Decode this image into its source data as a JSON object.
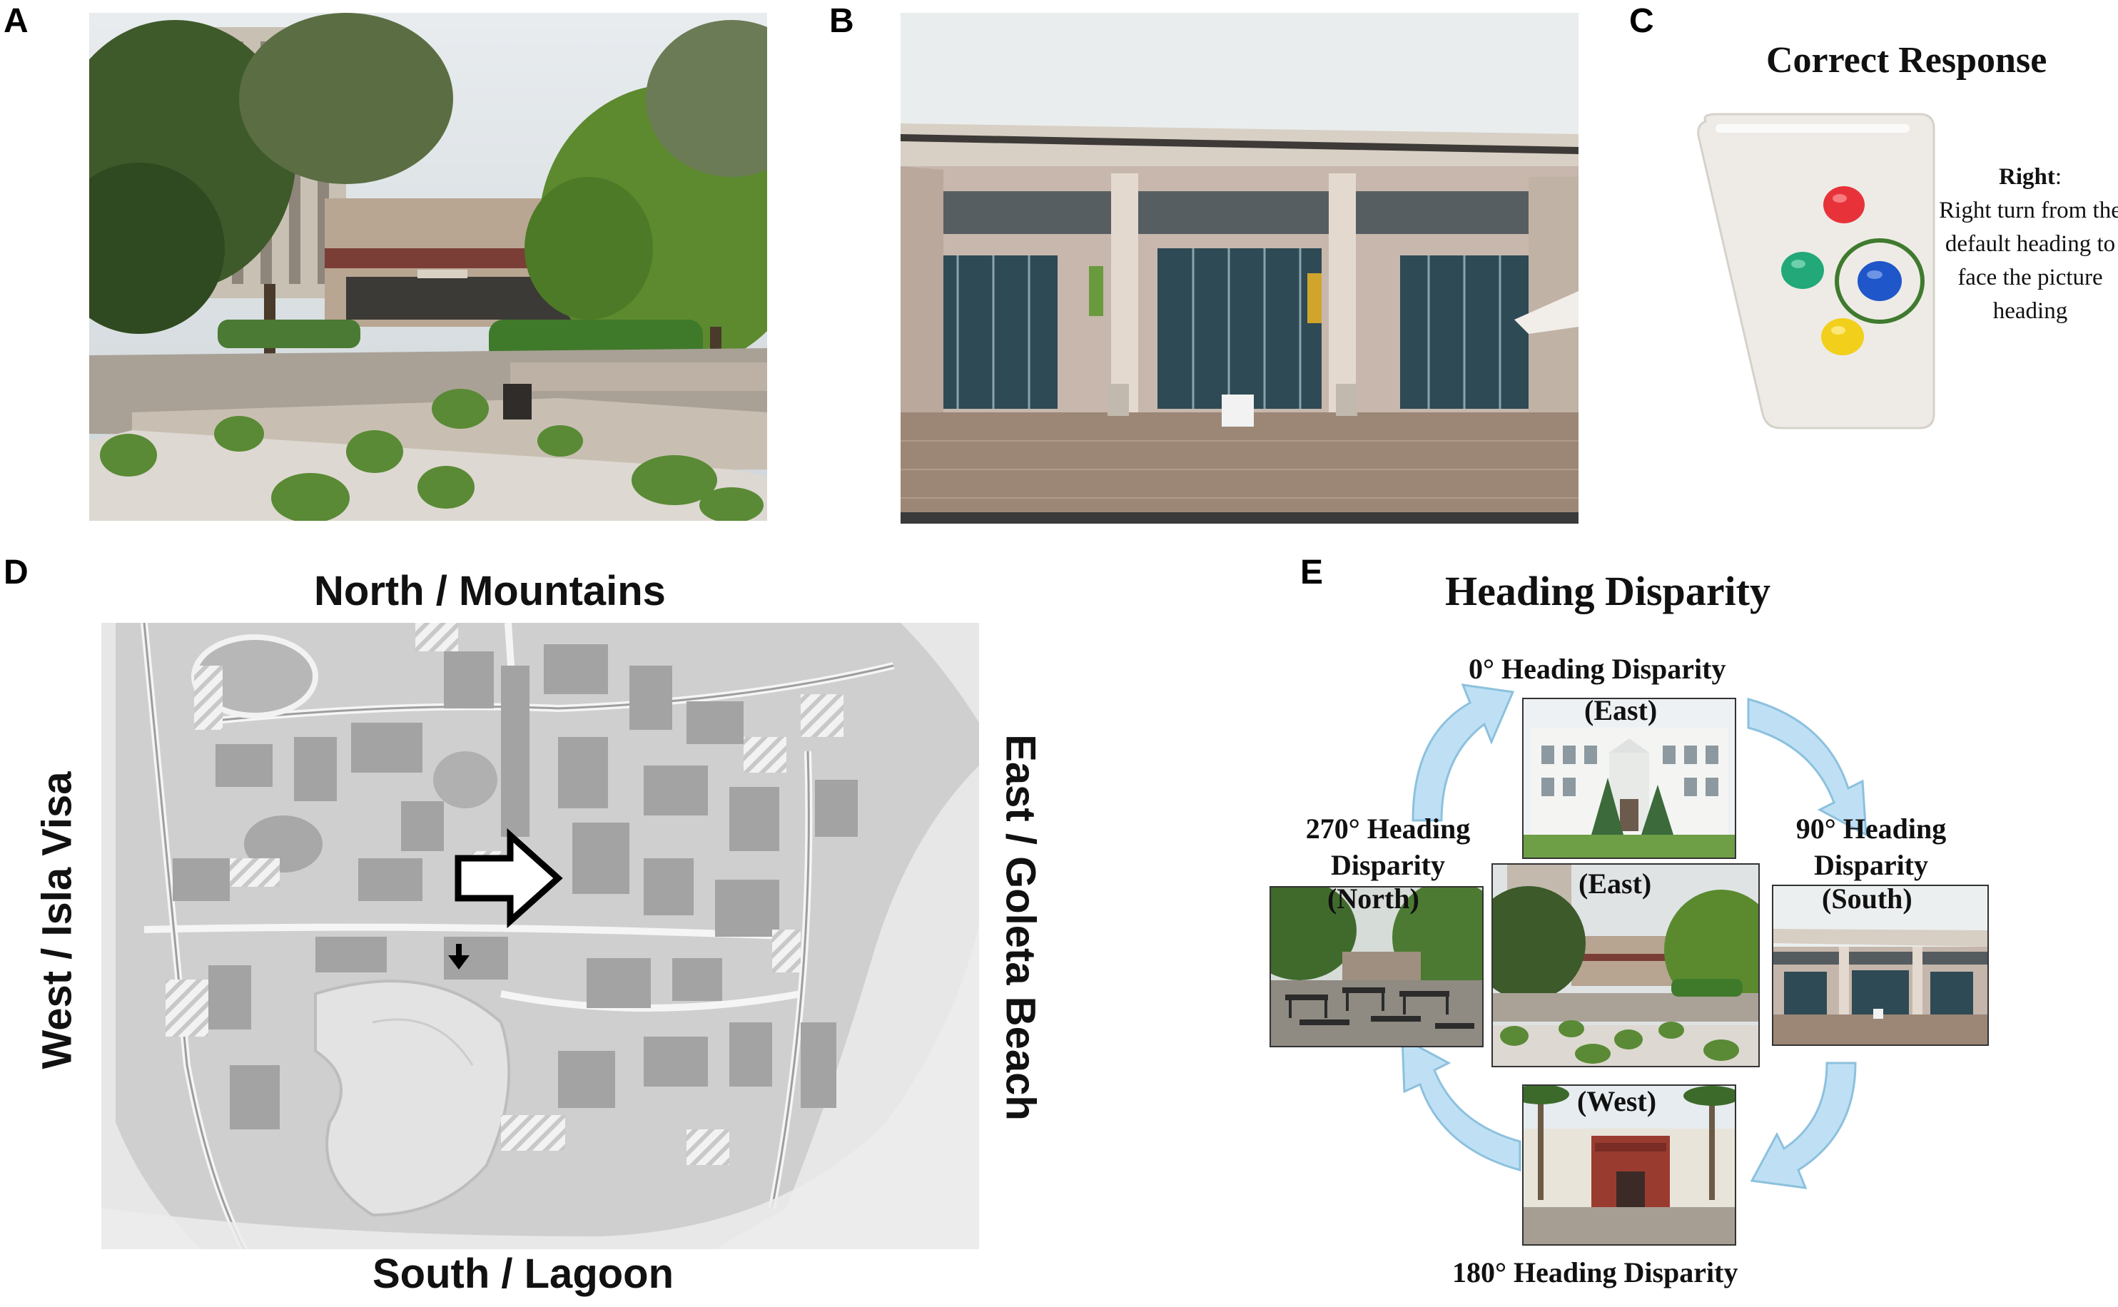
{
  "panels": {
    "a": {
      "letter": "A"
    },
    "b": {
      "letter": "B"
    },
    "c": {
      "letter": "C",
      "title": "Correct Response",
      "response_word": "Right",
      "response_colon": ":",
      "description": "Right turn from the default heading to face the picture heading",
      "buttons": {
        "top": "#e8323a",
        "left": "#22a879",
        "right": "#1f56c9",
        "bottom": "#f2cf1b",
        "highlight": "#3f7a2e"
      }
    },
    "d": {
      "letter": "D",
      "north": "North / Mountains",
      "south": "South / Lagoon",
      "west": "West / Isla Visa",
      "east": "East / Goleta Beach",
      "icons": [
        "heading-arrow-icon",
        "location-marker-icon"
      ]
    },
    "e": {
      "letter": "E",
      "title": "Heading Disparity",
      "label_0_line1": "0° Heading Disparity",
      "cap_top": "(East)",
      "label_90_line1": "90° Heading",
      "label_90_line2": "Disparity",
      "cap_right": "(South)",
      "label_270_line1": "270° Heading",
      "label_270_line2": "Disparity",
      "cap_left": "(North)",
      "cap_center": "(East)",
      "cap_bottom": "(West)",
      "label_180": "180° Heading Disparity",
      "arrow_color": "#bfe0f4"
    }
  }
}
